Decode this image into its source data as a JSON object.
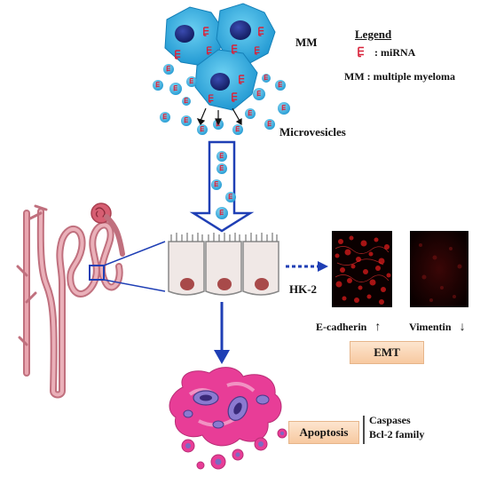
{
  "legend": {
    "title": "Legend",
    "mirna_label": ": miRNA",
    "mm_label": "MM : multiple myeloma"
  },
  "labels": {
    "mm": "MM",
    "microvesicles": "Microvesicles",
    "hk2": "HK-2",
    "ecadherin": "E-cadherin",
    "vimentin": "Vimentin",
    "emt": "EMT",
    "apoptosis": "Apoptosis",
    "caspases": "Caspases",
    "bcl2": "Bcl-2 family"
  },
  "arrows": {
    "up": "↑",
    "down": "↓"
  },
  "colors": {
    "cell_blue": "#2aa6dc",
    "nucleus": "#1d2a7a",
    "mirna_red": "#d8223a",
    "arrow_blue": "#1f3fb5",
    "tubule_pink": "#cf7f8c",
    "apoptotic_pink": "#e83d97",
    "box_fill": "#f9d3b0"
  }
}
